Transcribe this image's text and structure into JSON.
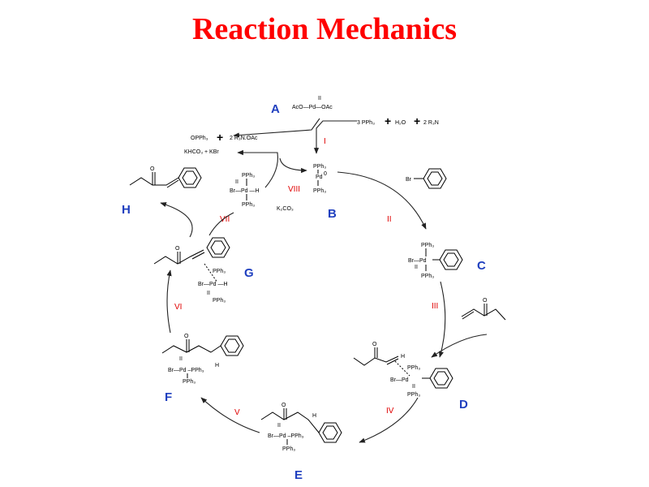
{
  "title": "Reaction Mechanics",
  "colors": {
    "title": "#ff0000",
    "labels": "#1f3fbf",
    "steps": "#e00000"
  },
  "labels": {
    "A": "A",
    "B": "B",
    "C": "C",
    "D": "D",
    "E": "E",
    "F": "F",
    "G": "G",
    "H": "H"
  },
  "steps": {
    "I": "I",
    "II": "II",
    "III": "III",
    "IV": "IV",
    "V": "V",
    "VI": "VI",
    "VII": "VII",
    "VIII": "VIII"
  },
  "reagents": {
    "pd_oac": "AcO—Pd—OAc",
    "pd_oac_ox": "II",
    "pph3_3": "3 PPh₃",
    "h2o": "H₂O",
    "r3n_2": "2 R₃N",
    "plus": "+",
    "opph3": "OPPh₃",
    "r3noac": "2 R₃N.OAc",
    "khco3_kbr": "KHCO₃ + KBr",
    "k2co3": "K₂CO₃",
    "bromobenzene_br": "Br"
  },
  "species": {
    "pd_ox2": "II",
    "pd0": "0",
    "pd": "Pd",
    "pph3": "PPh₃",
    "br": "Br",
    "h": "H",
    "brpd": "Br—Pd",
    "brpdpph3": "Br—Pd –PPh₃",
    "pdh": "Pd –H",
    "brpdh": "Br—Pd —H",
    "o": "O"
  }
}
